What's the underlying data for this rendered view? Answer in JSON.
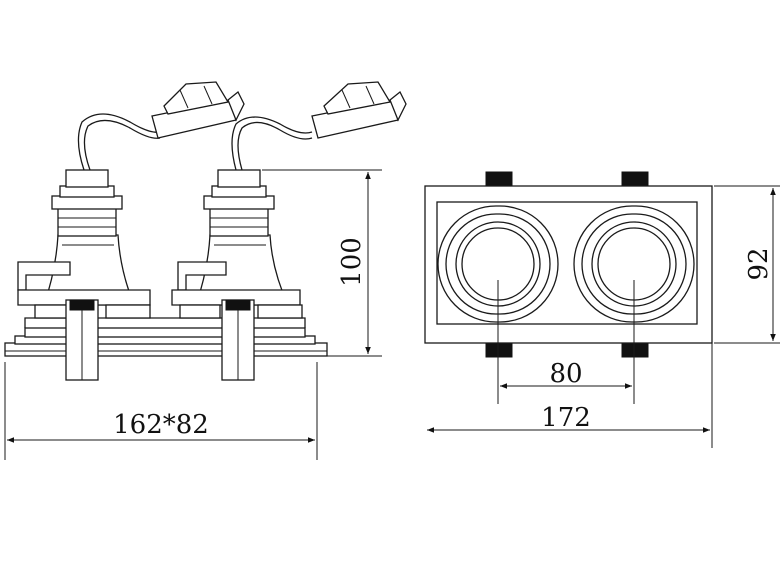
{
  "dimensions": {
    "height_side": "100",
    "cutout": "162*82",
    "spacing": "80",
    "width": "172",
    "depth": "92"
  },
  "colors": {
    "line": "#1a1a1a",
    "background": "#ffffff"
  }
}
